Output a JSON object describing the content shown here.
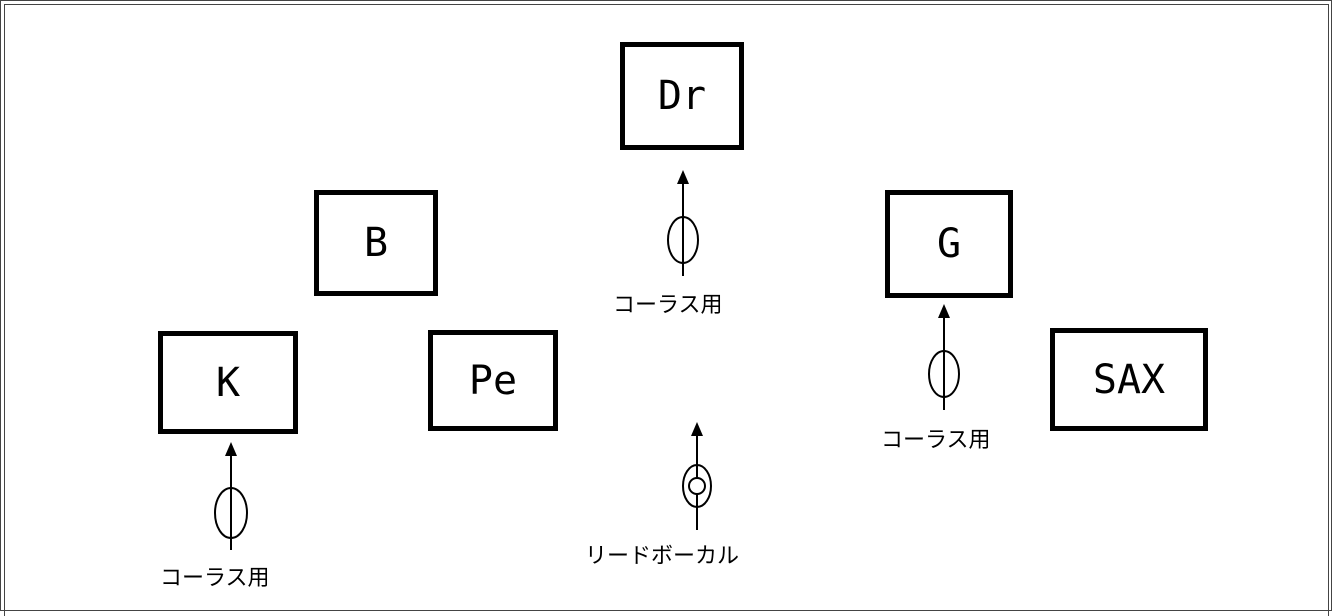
{
  "instruments": {
    "drums": "Dr",
    "bass": "B",
    "guitar": "G",
    "keyboard": "K",
    "piano": "Pe",
    "sax": "SAX"
  },
  "mics": {
    "chorus_center": "コーラス用",
    "chorus_right": "コーラス用",
    "chorus_left": "コーラス用",
    "lead_vocal": "リードボーカル"
  }
}
